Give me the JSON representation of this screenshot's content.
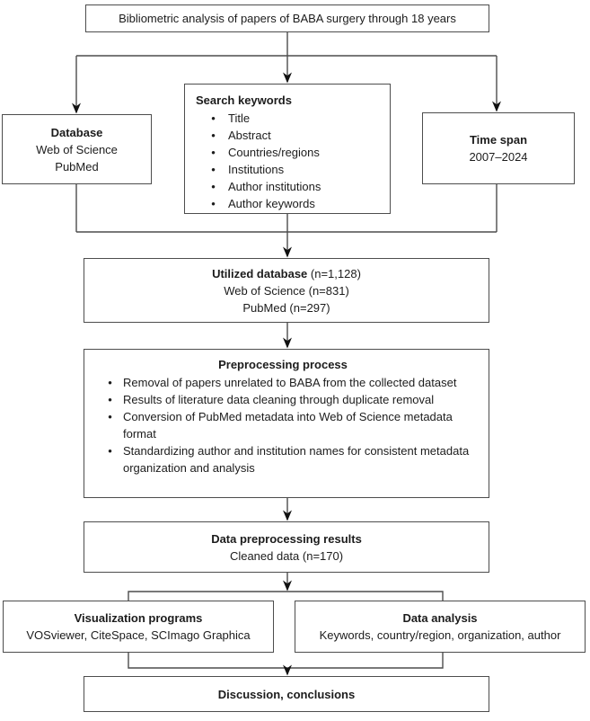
{
  "diagram_title": "Bibliometric analysis flowchart of BABA surgery papers",
  "colors": {
    "background": "#ffffff",
    "line": "#4d4d4d",
    "box_border": "#4d4d4d",
    "arrowhead": "#111111",
    "text": "#1c1c1c"
  },
  "nodes": {
    "top": {
      "text": "Bibliometric analysis of papers of BABA surgery through 18 years"
    },
    "database": {
      "title": "Database",
      "lines": [
        "Web of Science",
        "PubMed"
      ]
    },
    "search_keywords": {
      "title": "Search keywords",
      "bullets": [
        "Title",
        "Abstract",
        "Countries/regions",
        "Institutions",
        "Author institutions",
        "Author keywords"
      ]
    },
    "time_span": {
      "title": "Time span",
      "lines": [
        "2007–2024"
      ]
    },
    "utilized": {
      "title": "Utilized database",
      "title_suffix": " (n=1,128)",
      "lines": [
        "Web of Science (n=831)",
        "PubMed (n=297)"
      ]
    },
    "preprocessing": {
      "title": "Preprocessing process",
      "bullets": [
        "Removal of papers unrelated to BABA from the collected dataset",
        "Results of literature data cleaning through duplicate removal",
        "Conversion of PubMed metadata into Web of Science metadata format",
        "Standardizing author and institution names for consistent metadata organization and analysis"
      ]
    },
    "results": {
      "title": "Data preprocessing results",
      "lines": [
        "Cleaned data (n=170)"
      ]
    },
    "visualization": {
      "title": "Visualization programs",
      "lines": [
        "VOSviewer, CiteSpace, SCImago Graphica"
      ]
    },
    "analysis": {
      "title": "Data analysis",
      "lines": [
        "Keywords, country/region, organization, author"
      ]
    },
    "discussion": {
      "title": "Discussion, conclusions"
    }
  }
}
